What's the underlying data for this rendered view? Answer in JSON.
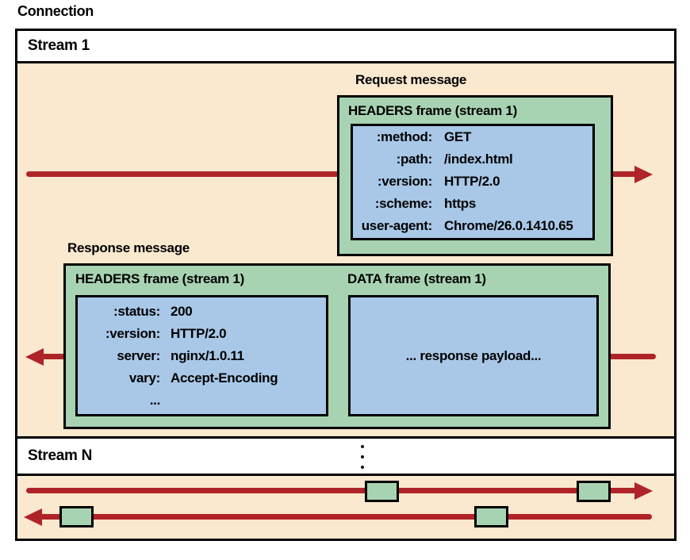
{
  "connection_label": "Connection",
  "stream1": {
    "label": "Stream 1"
  },
  "streamN": {
    "label": "Stream N"
  },
  "request": {
    "label": "Request message",
    "headers_frame": {
      "title": "HEADERS frame (stream 1)",
      "fields": [
        {
          "key": ":method:",
          "value": "GET"
        },
        {
          "key": ":path:",
          "value": "/index.html"
        },
        {
          "key": ":version:",
          "value": "HTTP/2.0"
        },
        {
          "key": ":scheme:",
          "value": "https"
        },
        {
          "key": "user-agent:",
          "value": "Chrome/26.0.1410.65"
        }
      ]
    }
  },
  "response": {
    "label": "Response message",
    "headers_frame": {
      "title": "HEADERS frame (stream 1)",
      "fields": [
        {
          "key": ":status:",
          "value": "200"
        },
        {
          "key": ":version:",
          "value": "HTTP/2.0"
        },
        {
          "key": "server:",
          "value": "nginx/1.0.11"
        },
        {
          "key": "vary:",
          "value": "Accept-Encoding"
        },
        {
          "key": "...",
          "value": ""
        }
      ]
    },
    "data_frame": {
      "title": "DATA frame (stream 1)",
      "payload": "... response payload..."
    }
  },
  "colors": {
    "peach": "#FAE8CF",
    "green": "#A8D3B2",
    "blue": "#A9C8E8",
    "red": "#AF2428",
    "line": "#000000"
  }
}
